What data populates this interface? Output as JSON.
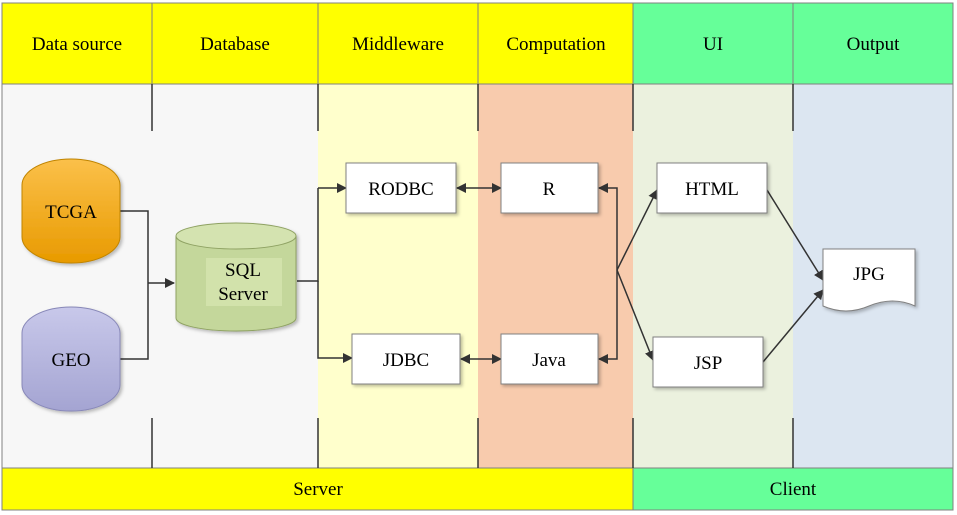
{
  "columns": [
    {
      "key": "data_source",
      "label": "Data source"
    },
    {
      "key": "database",
      "label": "Database"
    },
    {
      "key": "middleware",
      "label": "Middleware"
    },
    {
      "key": "computation",
      "label": "Computation"
    },
    {
      "key": "ui",
      "label": "UI"
    },
    {
      "key": "output",
      "label": "Output"
    }
  ],
  "footer": {
    "server": "Server",
    "client": "Client"
  },
  "nodes": {
    "tcga": "TCGA",
    "geo": "GEO",
    "sql_line1": "SQL",
    "sql_line2": "Server",
    "rodbc": "RODBC",
    "jdbc": "JDBC",
    "r": "R",
    "java": "Java",
    "html": "HTML",
    "jsp": "JSP",
    "jpg": "JPG"
  },
  "colors": {
    "header_yellow": "#ffff00",
    "header_green": "#66ff99",
    "band_data_source": "#f7f7f7",
    "band_middleware": "#ffffcc",
    "band_computation": "#f8cbad",
    "band_ui": "#ebf1de",
    "band_output": "#dce6f1",
    "tcga_fill": "#f4a700",
    "geo_fill": "#b4b4dc",
    "sql_fill": "#c4d79b"
  }
}
